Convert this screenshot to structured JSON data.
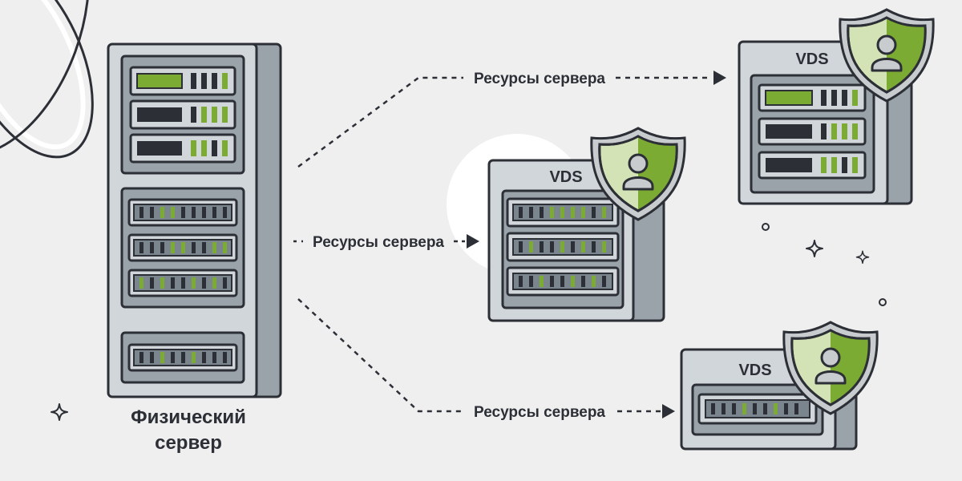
{
  "physical_server": {
    "caption_line1": "Физический",
    "caption_line2": "сервер"
  },
  "connections": [
    {
      "label": "Ресурсы сервера"
    },
    {
      "label": "Ресурсы сервера"
    },
    {
      "label": "Ресурсы сервера"
    }
  ],
  "vds": [
    {
      "label": "VDS"
    },
    {
      "label": "VDS"
    },
    {
      "label": "VDS"
    }
  ],
  "colors": {
    "background": "#efefef",
    "outline": "#2c2f36",
    "cabinet": "#d1d6da",
    "cabinet_side": "#9aa3a9",
    "panel": "#7b858d",
    "led_green": "#7cab33",
    "led_dark": "#2c2f36",
    "shield_light": "#d3e3b5",
    "shield_dark": "#7cab33"
  },
  "icons": [
    "sparkle-icon",
    "shield-user-icon",
    "arrow-right-icon"
  ]
}
